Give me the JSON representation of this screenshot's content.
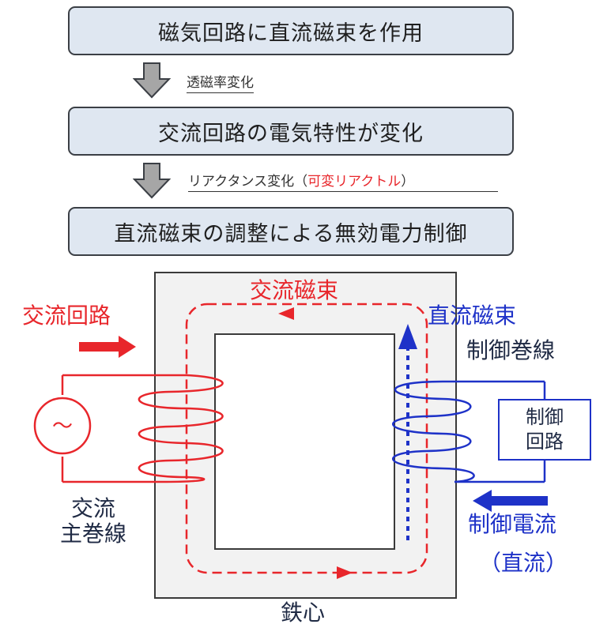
{
  "flow": {
    "box1": "磁気回路に直流磁束を作用",
    "note1": "透磁率変化",
    "box2": "交流回路の電気特性が変化",
    "note2_prefix": "リアクタンス変化（",
    "note2_highlight": "可変リアクトル",
    "note2_suffix": "）",
    "box3": "直流磁束の調整による無効電力制御"
  },
  "diagram": {
    "ac_circuit": "交流回路",
    "ac_flux": "交流磁束",
    "dc_flux": "直流磁束",
    "control_winding": "制御巻線",
    "control_circuit_line1": "制御",
    "control_circuit_line2": "回路",
    "ac_main_winding_line1": "交流",
    "ac_main_winding_line2": "主巻線",
    "control_current": "制御電流",
    "dc_paren": "（直流）",
    "iron_core": "鉄心",
    "ac_source_symbol": "～"
  },
  "colors": {
    "ac": "#e8262b",
    "dc": "#1e32c8",
    "box_fill": "#dfe7f1",
    "core_fill": "#f2f2f2",
    "arrow_gray": "#a6a6a6"
  }
}
